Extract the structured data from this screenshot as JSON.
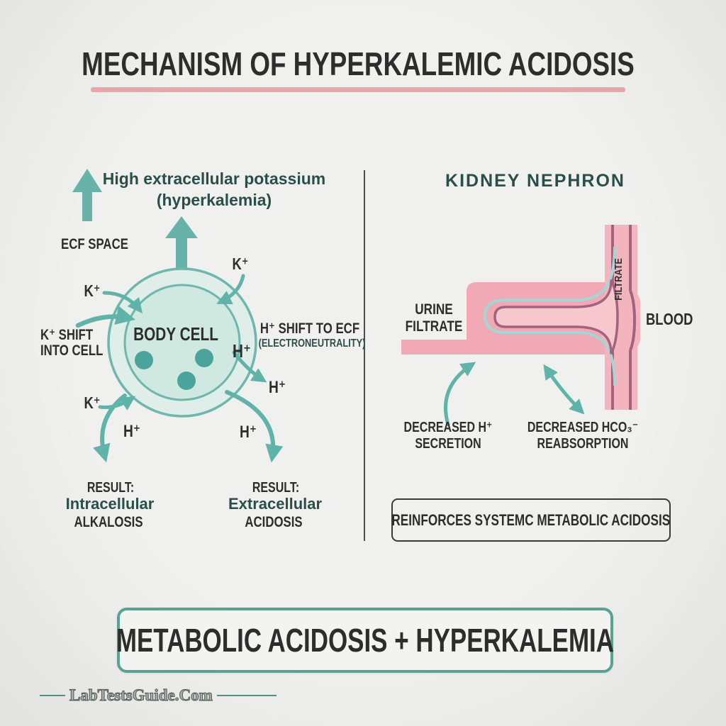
{
  "title": "MECHANISM OF HYPERKALEMIC ACIDOSIS",
  "left": {
    "high_k_line1": "High extracellular potassium",
    "high_k_line2": "(hyperkalemia)",
    "ecf_space": "ECF SPACE",
    "body_cell": "BODY CELL",
    "k_ion": "K⁺",
    "h_ion": "H⁺",
    "k_shift_line1": "K⁺ SHIFT",
    "k_shift_line2": "INTO CELL",
    "h_shift_line1": "H⁺ SHIFT TO ECF",
    "h_shift_line2": "(ELECTRONEUTRALITY)",
    "result_left": {
      "label": "RESULT:",
      "emphasis": "Intracellular",
      "condition": "ALKALOSIS"
    },
    "result_right": {
      "label": "RESULT:",
      "emphasis": "Extracellular",
      "condition": "ACIDOSIS"
    }
  },
  "right": {
    "heading": "KIDNEY NEPHRON",
    "urine_line1": "URINE",
    "urine_line2": "FILTRATE",
    "blood": "BLOOD",
    "filtrate_tube": "FILTRATE",
    "decreased_h_line1": "DECREASED H⁺",
    "decreased_h_line2": "SECRETION",
    "decreased_hco3_line1": "DECREASED HCO₃⁻",
    "decreased_hco3_line2": "REABSORPTION",
    "reinforces": "REINFORCES SYSTEMC METABOLIC ACIDOSIS"
  },
  "banner": "METABOLIC ACIDOSIS + HYPERKALEMIA",
  "watermark": "LabTestsGuide.Com",
  "colors": {
    "teal_arrow": "#5fb3a9",
    "teal_dark_text": "#2a4f4b",
    "cell_fill": "#cfe8e0",
    "cell_dot": "#4ba49b",
    "pink_tube": "#f1a9b5",
    "pink_lumen": "#f7c7ce",
    "mauve_wall": "#a4627f",
    "title_underline": "#eda3ab",
    "banner_border": "#57a392",
    "ink": "#2d2d2d"
  }
}
